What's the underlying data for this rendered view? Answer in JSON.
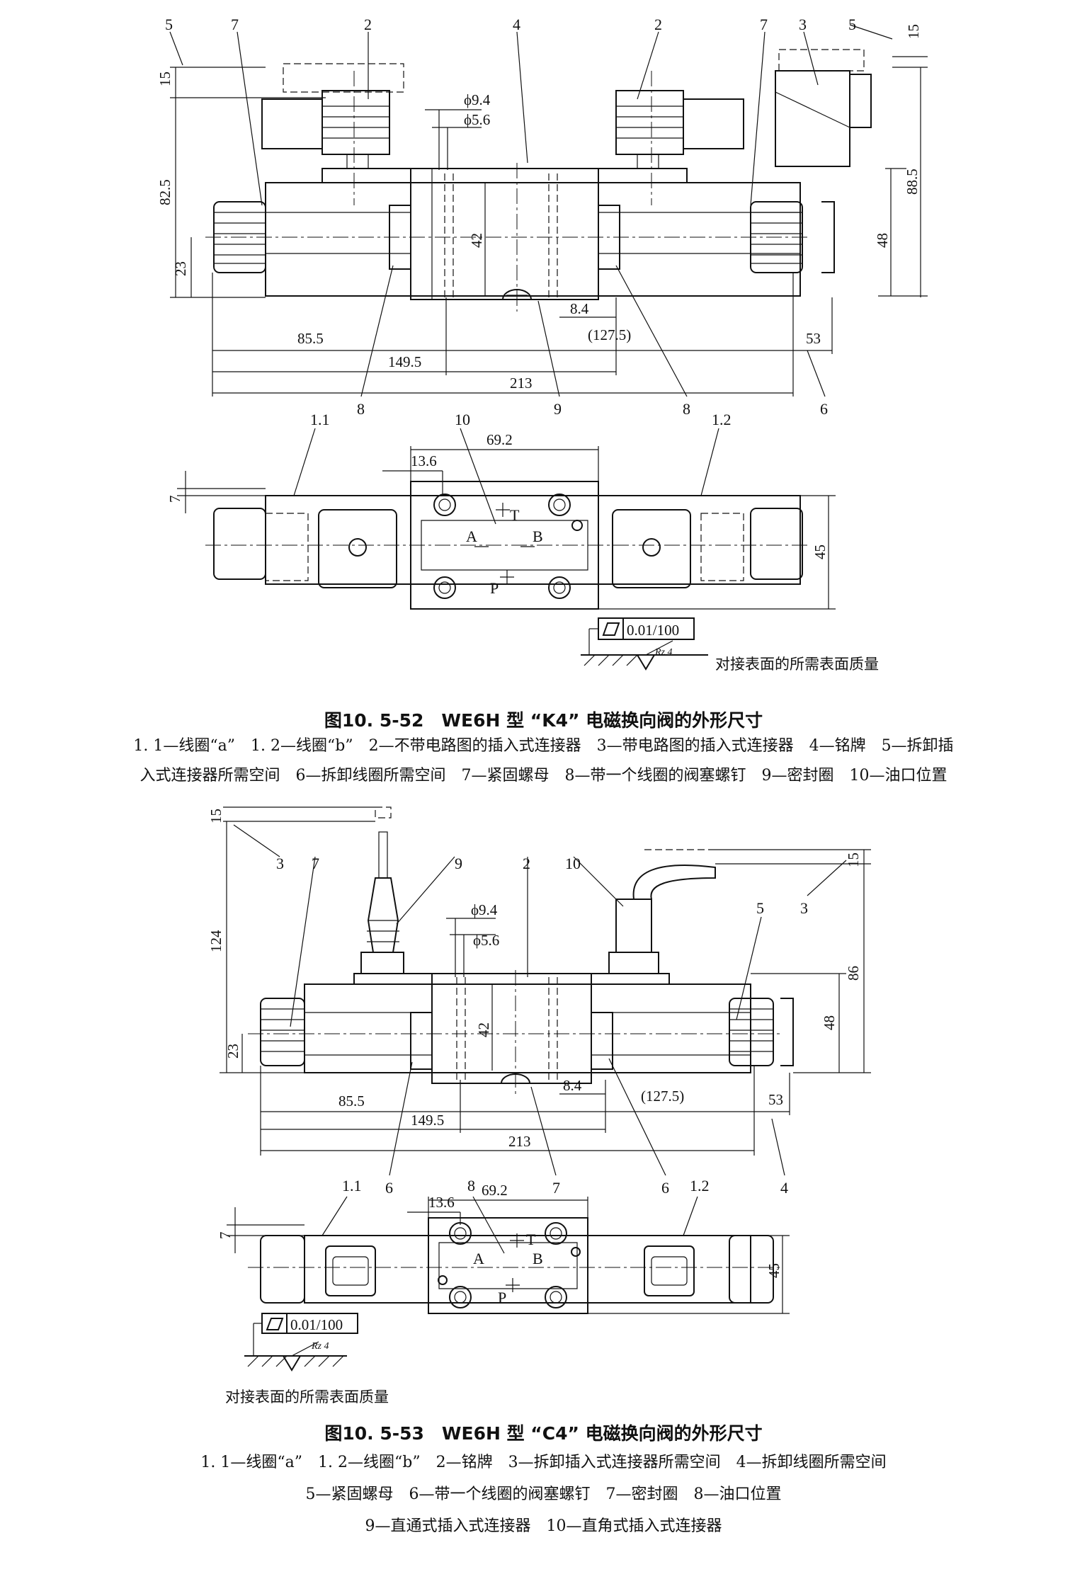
{
  "figure1": {
    "caption": "图10. 5-52　WE6H 型 “K4” 电磁换向阀的外形尺寸",
    "legend_line1": "1. 1—线圈“a”　1. 2—线圈“b”　2—不带电路图的插入式连接器　3—带电路图的插入式连接器　4—铭牌　5—拆卸插",
    "legend_line2": "入式连接器所需空间　6—拆卸线圈所需空间　7—紧固螺母　8—带一个线圈的阀塞螺钉　9—密封圈　10—油口位置",
    "dims": {
      "d15a": "15",
      "d15b": "15",
      "d82_5": "82.5",
      "d23": "23",
      "d42": "42",
      "d88_5": "88.5",
      "d48": "48",
      "phi9_4": "ϕ9.4",
      "phi5_6": "ϕ5.6",
      "d8_4": "8.4",
      "d127_5": "(127.5)",
      "d85_5": "85.5",
      "d149_5": "149.5",
      "d213": "213",
      "d53": "53",
      "d69_2": "69.2",
      "d13_6": "13.6",
      "d7": "7",
      "d45": "45"
    },
    "callouts": {
      "c5a": "5",
      "c7a": "7",
      "c2a": "2",
      "c4": "4",
      "c2b": "2",
      "c7b": "7",
      "c3": "3",
      "c5b": "5",
      "c8a": "8",
      "c9": "9",
      "c8b": "8",
      "c6": "6",
      "c1_1": "1.1",
      "c10": "10",
      "c1_2": "1.2"
    },
    "ports": {
      "A": "A",
      "B": "B",
      "T": "T",
      "P": "P"
    },
    "flatness": "0.01/100",
    "roughness": "Rz 4",
    "surface_note": "对接表面的所需表面质量"
  },
  "figure2": {
    "caption": "图10. 5-53　WE6H 型 “C4” 电磁换向阀的外形尺寸",
    "legend_line1": "1. 1—线圈“a”　1. 2—线圈“b”　2—铭牌　3—拆卸插入式连接器所需空间　4—拆卸线圈所需空间",
    "legend_line2": "5—紧固螺母　6—带一个线圈的阀塞螺钉　7—密封圈　8—油口位置",
    "legend_line3": "9—直通式插入式连接器　10—直角式插入式连接器",
    "dims": {
      "d15a": "15",
      "d124": "124",
      "d23": "23",
      "d42": "42",
      "d15b": "15",
      "d86": "86",
      "d48": "48",
      "phi9_4": "ϕ9.4",
      "phi5_6": "ϕ5.6",
      "d8_4": "8.4",
      "d127_5": "(127.5)",
      "d85_5": "85.5",
      "d149_5": "149.5",
      "d213": "213",
      "d53": "53",
      "d69_2": "69.2",
      "d13_6": "13.6",
      "d7": "7",
      "d45": "45"
    },
    "callouts": {
      "c3a": "3",
      "c7a": "7",
      "c9": "9",
      "c2": "2",
      "c10": "10",
      "c5": "5",
      "c3b": "3",
      "c6a": "6",
      "c7b": "7",
      "c6b": "6",
      "c4": "4",
      "c1_1": "1.1",
      "c8": "8",
      "c1_2": "1.2"
    },
    "ports": {
      "A": "A",
      "B": "B",
      "T": "T",
      "P": "P"
    },
    "flatness": "0.01/100",
    "roughness": "Rz 4",
    "surface_note": "对接表面的所需表面质量"
  }
}
